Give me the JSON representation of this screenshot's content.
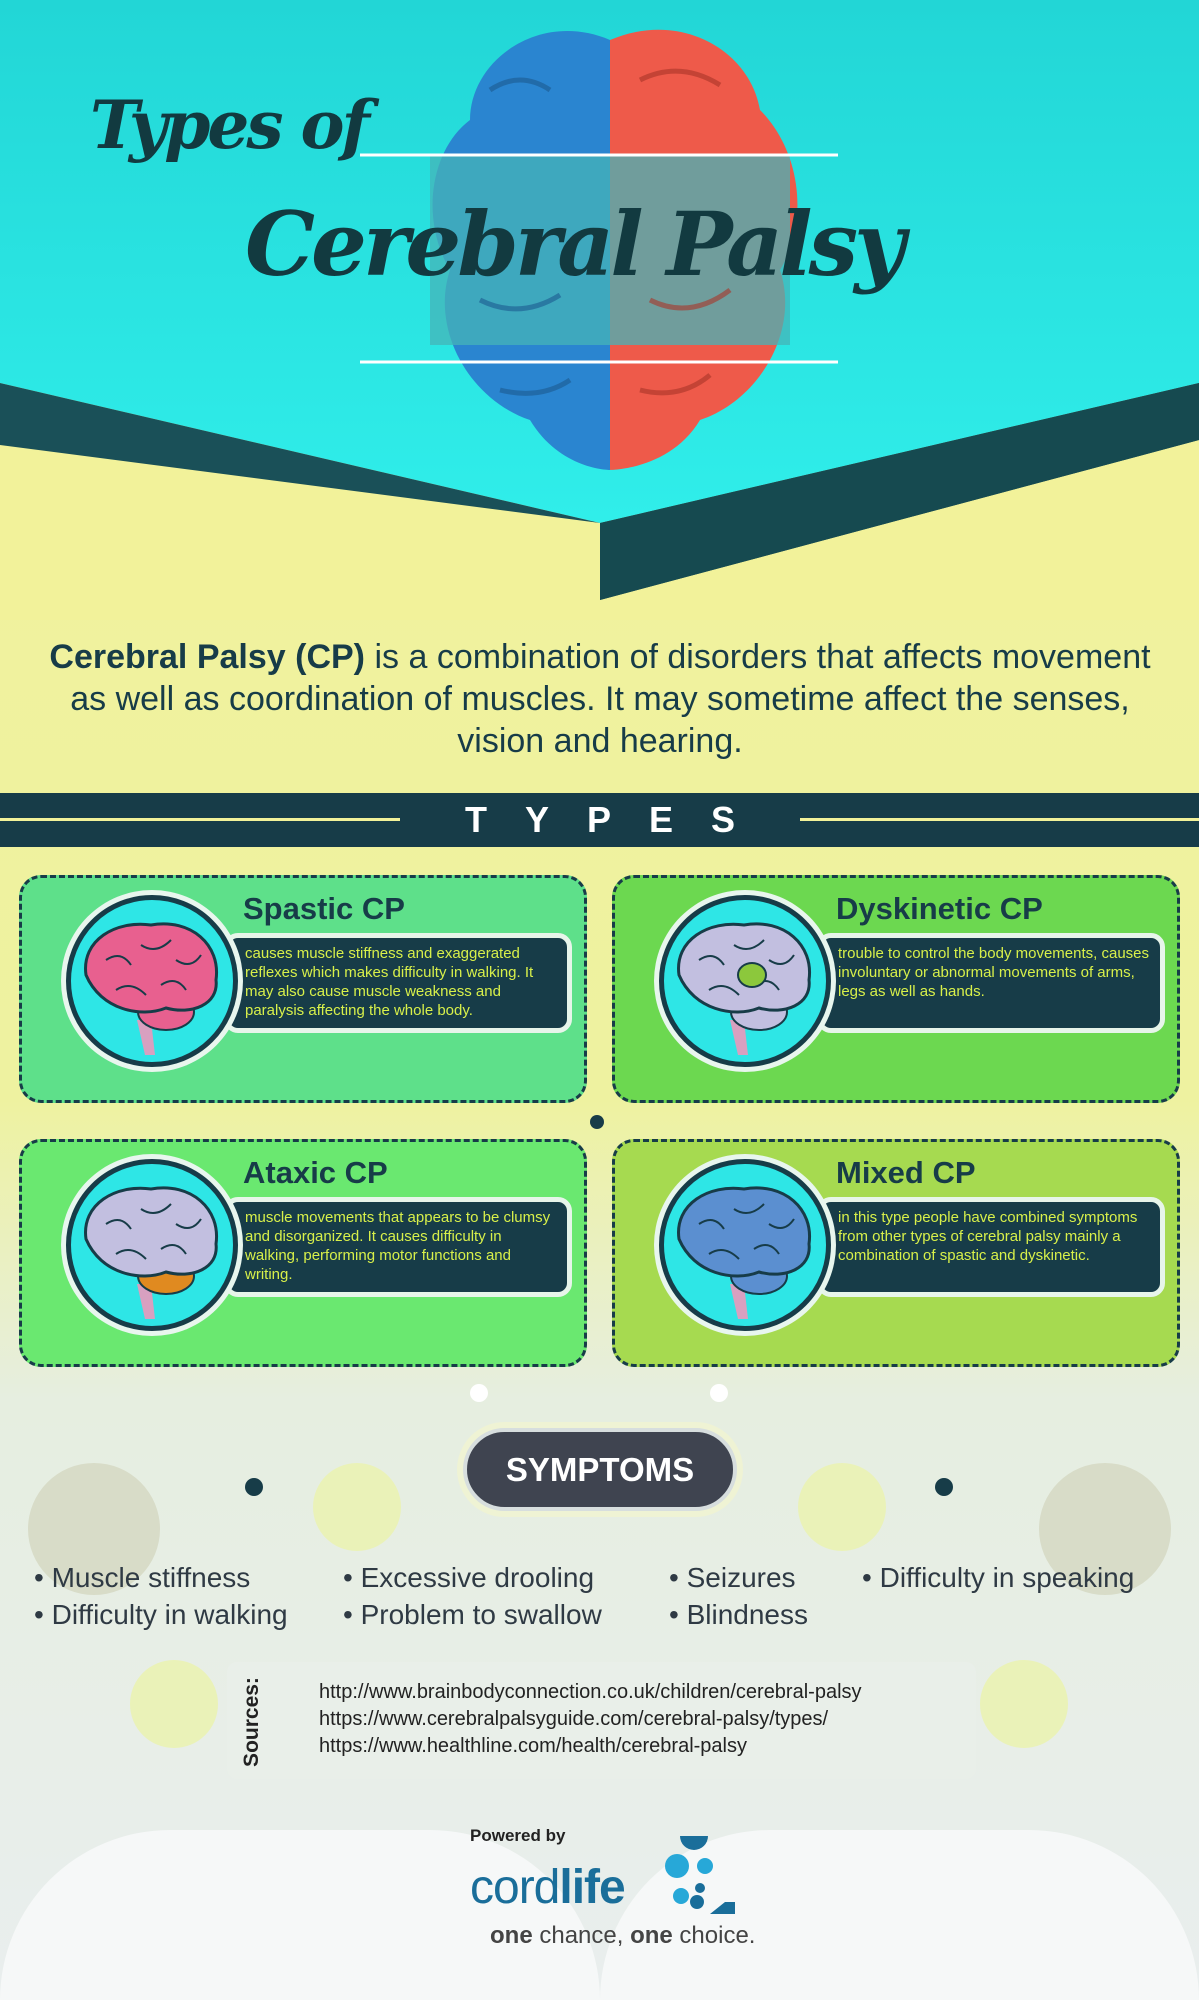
{
  "header": {
    "title_line1": "Types of",
    "title_line2": "Cerebral Palsy"
  },
  "intro": {
    "bold": "Cerebral Palsy (CP)",
    "text": " is a combination of disorders that affects movement as well as coordination of muscles. It may sometime affect the senses, vision and hearing."
  },
  "types_heading": "TYPES",
  "types": [
    {
      "title": "Spastic CP",
      "description": "causes muscle stiffness and exaggerated reflexes which makes difficulty in walking. It may also cause muscle weakness and paralysis affecting the whole body.",
      "brain_color": "#e8608f",
      "card_color": "#5ee08a"
    },
    {
      "title": "Dyskinetic CP",
      "description": "trouble to control the body movements, causes involuntary or abnormal movements of arms, legs as well as hands.",
      "brain_color": "#c2bfe0",
      "card_color": "#6cd850"
    },
    {
      "title": "Ataxic CP",
      "description": "muscle movements that appears to be clumsy and disorganized. It causes difficulty in walking, performing motor functions and writing.",
      "brain_color": "#c2bfe0",
      "card_color": "#6ae870"
    },
    {
      "title": "Mixed CP",
      "description": "in this type people have combined symptoms from other types of cerebral palsy mainly a combination of spastic and dyskinetic.",
      "brain_color": "#5b8fd0",
      "card_color": "#a6da50"
    }
  ],
  "symptoms_heading": "SYMPTOMS",
  "symptoms": [
    [
      "Muscle stiffness",
      "Difficulty in walking"
    ],
    [
      "Excessive drooling",
      "Problem to swallow"
    ],
    [
      "Seizures",
      "Blindness"
    ],
    [
      "Difficulty in speaking"
    ]
  ],
  "sources": {
    "label": "Sources:",
    "urls": [
      "http://www.brainbodyconnection.co.uk/children/cerebral-palsy",
      "https://www.cerebralpalsyguide.com/cerebral-palsy/types/",
      "https://www.healthline.com/health/cerebral-palsy"
    ]
  },
  "footer": {
    "powered_by": "Powered by",
    "logo_a": "cord",
    "logo_b": "life",
    "tagline_a": "one",
    "tagline_b": " chance, ",
    "tagline_c": "one",
    "tagline_d": " choice."
  }
}
